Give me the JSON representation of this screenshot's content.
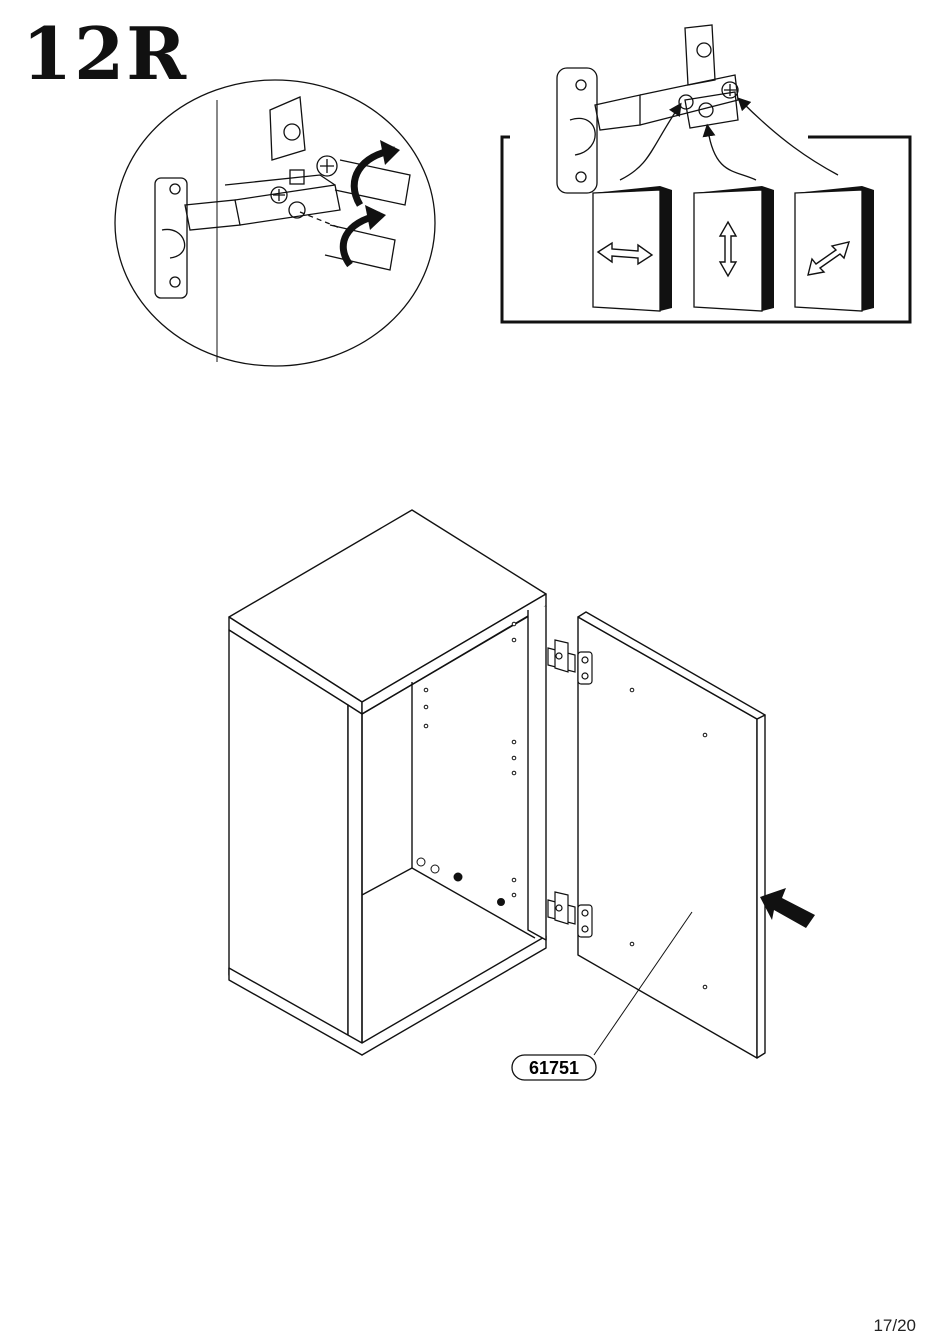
{
  "page": {
    "step_number": "12R",
    "page_number": "17/20"
  },
  "main_illustration": {
    "part_number": "61751"
  },
  "adjustment_panel": {
    "tiles": [
      {
        "name": "side-adjustment",
        "arrow": "horizontal-double-arrow-icon"
      },
      {
        "name": "height-adjustment",
        "arrow": "vertical-double-arrow-icon"
      },
      {
        "name": "depth-adjustment",
        "arrow": "diagonal-double-arrow-icon"
      }
    ]
  },
  "colors": {
    "line": "#111111",
    "background": "#ffffff",
    "panel_gray": "#9a9a9a"
  }
}
